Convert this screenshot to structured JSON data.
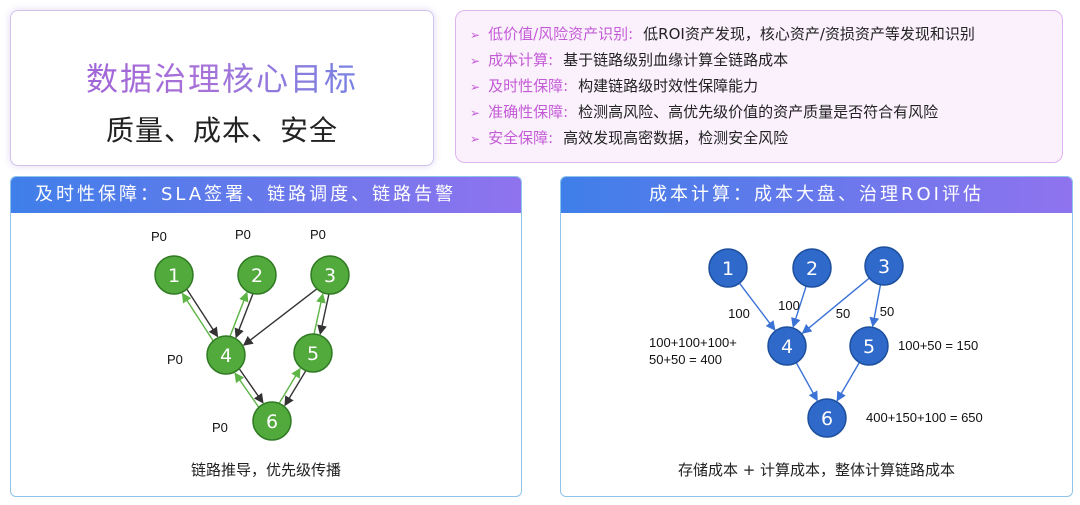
{
  "title": {
    "main": "数据治理核心目标",
    "sub": "质量、成本、安全"
  },
  "goals": [
    {
      "label": "低价值/风险资产识别:",
      "text": "低ROI资产发现，核心资产/资损资产等发现和识别"
    },
    {
      "label": "成本计算:",
      "text": "基于链路级别血缘计算全链路成本"
    },
    {
      "label": "及时性保障:",
      "text": "构建链路级时效性保障能力"
    },
    {
      "label": "准确性保障:",
      "text": "检测高风险、高优先级价值的资产质量是否符合有风险"
    },
    {
      "label": "安全保障:",
      "text": "高效发现高密数据，检测安全风险"
    }
  ],
  "left_panel": {
    "header": "及时性保障：SLA签署、链路调度、链路告警",
    "caption": "链路推导，优先级传播",
    "node_color": "#52a93c",
    "node_stroke": "#2f7a22",
    "nodes": [
      {
        "id": "1",
        "priority": "P0"
      },
      {
        "id": "2",
        "priority": "P0"
      },
      {
        "id": "3",
        "priority": "P0"
      },
      {
        "id": "4",
        "priority": "P0"
      },
      {
        "id": "5",
        "priority": ""
      },
      {
        "id": "6",
        "priority": "P0"
      }
    ],
    "dependency_edges": [
      [
        "1",
        "4"
      ],
      [
        "2",
        "4"
      ],
      [
        "3",
        "4"
      ],
      [
        "3",
        "5"
      ],
      [
        "4",
        "6"
      ],
      [
        "5",
        "6"
      ]
    ],
    "propagation_edges": [
      [
        "4",
        "1"
      ],
      [
        "4",
        "2"
      ],
      [
        "5",
        "3"
      ],
      [
        "6",
        "4"
      ],
      [
        "6",
        "5"
      ]
    ]
  },
  "right_panel": {
    "header": "成本计算：成本大盘、治理ROI评估",
    "caption": "存储成本 + 计算成本，整体计算链路成本",
    "node_color": "#2f69c9",
    "node_stroke": "#1d4f9d",
    "nodes": [
      {
        "id": "1"
      },
      {
        "id": "2"
      },
      {
        "id": "3"
      },
      {
        "id": "4",
        "formula": [
          "100+100+100+",
          "50+50 = 400"
        ]
      },
      {
        "id": "5",
        "formula": [
          "100+50 = 150"
        ]
      },
      {
        "id": "6",
        "formula": [
          "400+150+100 = 650"
        ]
      }
    ],
    "edges": [
      {
        "from": "1",
        "to": "4",
        "label": "100"
      },
      {
        "from": "2",
        "to": "4",
        "label": "100"
      },
      {
        "from": "3",
        "to": "4",
        "label": "50"
      },
      {
        "from": "3",
        "to": "5",
        "label": "50"
      },
      {
        "from": "4",
        "to": "6",
        "label": ""
      },
      {
        "from": "5",
        "to": "6",
        "label": ""
      }
    ]
  }
}
